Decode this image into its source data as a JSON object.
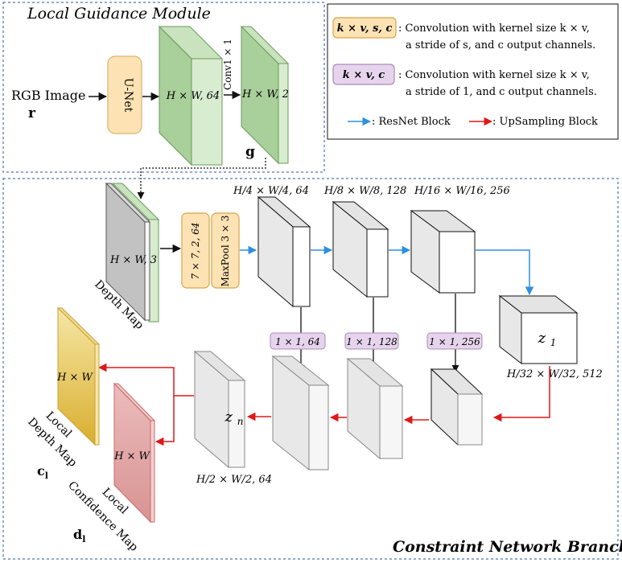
{
  "local_guidance": {
    "title": "Local Guidance Module",
    "rgb_label": "RGB Image",
    "rgb_symbol": "r",
    "unet_label": "U-Net",
    "feat_64": "H × W, 64",
    "conv_label": "Conv1 × 1",
    "feat_2": "H × W, 2",
    "g_symbol": "g"
  },
  "legend": {
    "orange_box": "k × v, s, c",
    "orange_desc_1": ": Convolution with kernel size  k × v,",
    "orange_desc_2": "a stride of  s,  and  c  output channels.",
    "purple_box": "k × v, c",
    "purple_desc_1": ": Convolution with kernel size  k × v,",
    "purple_desc_2": "a stride of 1, and  c  output channels.",
    "resnet_label": ": ResNet Block",
    "upsampling_label": ": UpSampling Block",
    "resnet_color": "#2e8fe0",
    "upsampling_color": "#e01818"
  },
  "constraint": {
    "title": "Constraint Network Branch",
    "depth_input": "H × W, 3",
    "depth_map_label": "Depth Map",
    "conv7_label": "7 × 7, 2, 64",
    "maxpool_label": "MaxPool 3 × 3",
    "enc_dims": [
      "H/4 × W/4, 64",
      "H/8 × W/8, 128",
      "H/16 × W/16, 256"
    ],
    "side_convs": [
      "1 × 1, 64",
      "1 × 1, 128",
      "1 × 1, 256"
    ],
    "z1_label": "z1",
    "z1_dims": "H/32 × W/32, 512",
    "zn_label": "zn",
    "zn_dims": "H/2 × W/2, 64",
    "local_depth_map": {
      "dims": "H × W",
      "line1": "Local",
      "line2": "Depth Map",
      "symbol": "cl"
    },
    "local_conf_map": {
      "dims": "H × W",
      "line1": "Local",
      "line2": "Confidence Map",
      "symbol": "dl"
    }
  },
  "colors": {
    "green": "#b5d6a7",
    "orange": "#fde2b4",
    "purple": "#e6d4ec",
    "yellow": "#e8c762",
    "pink": "#e8a6a6",
    "dashed_border": "#6c8ebf"
  }
}
